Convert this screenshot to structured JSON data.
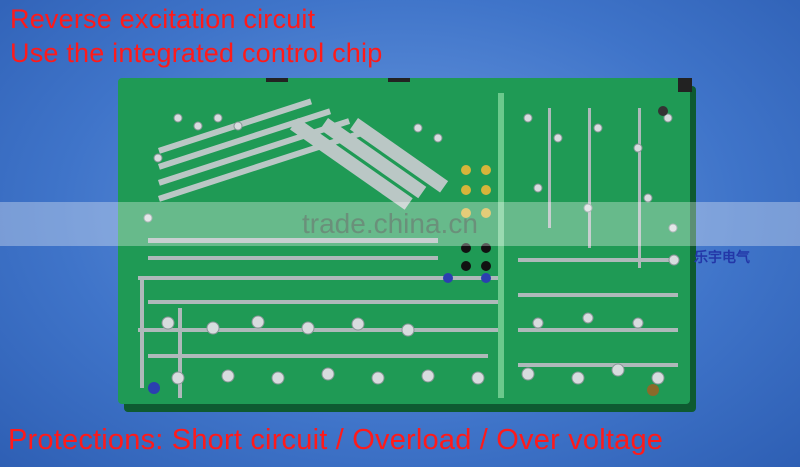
{
  "captions": {
    "line1": "Reverse excitation circuit",
    "line2": "Use the integrated control chip",
    "line3": "Protections: Short circuit / Overload / Over voltage"
  },
  "watermark": "trade.china.cn",
  "brand_mark": "乐宇电气",
  "colors": {
    "background": "#4a7fd0",
    "pcb_green": "#1f9a55",
    "solder": "#c9cfd2",
    "caption_text": "#ff1a1a"
  }
}
